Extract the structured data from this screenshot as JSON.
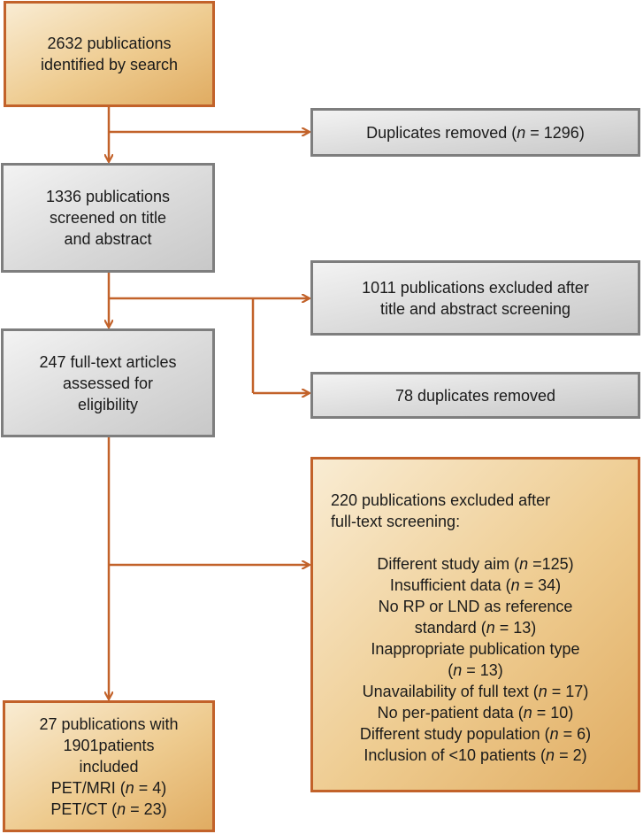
{
  "boxes": {
    "identified": {
      "lines": [
        "2632 publications",
        "identified by search"
      ]
    },
    "duplicates": {
      "prefix": "Duplicates removed (",
      "n": "n",
      "suffix": " = 1296)"
    },
    "screened": {
      "lines": [
        "1336 publications",
        "screened on title",
        "and abstract"
      ]
    },
    "excluded_title": {
      "lines": [
        "1011 publications excluded after",
        "title and abstract screening"
      ]
    },
    "fulltext": {
      "lines": [
        "247 full-text articles",
        "assessed for",
        "eligibility"
      ]
    },
    "duplicates_78": {
      "text": "78 duplicates removed"
    },
    "excluded_fulltext": {
      "header": [
        "220 publications excluded after",
        "full-text screening:"
      ],
      "reasons": [
        {
          "pre": "Different study aim (",
          "n": "n",
          "post": " =125)"
        },
        {
          "pre": "Insufficient data (",
          "n": "n",
          "post": " = 34)"
        },
        {
          "pre": "No RP or LND as reference",
          "n": "",
          "post": ""
        },
        {
          "pre": "standard (",
          "n": "n",
          "post": " = 13)"
        },
        {
          "pre": "Inappropriate publication type",
          "n": "",
          "post": ""
        },
        {
          "pre": "(",
          "n": "n",
          "post": " = 13)"
        },
        {
          "pre": "Unavailability of full text (",
          "n": "n",
          "post": " = 17)"
        },
        {
          "pre": "No per-patient data (",
          "n": "n",
          "post": " = 10)"
        },
        {
          "pre": "Different study population (",
          "n": "n",
          "post": " = 6)"
        },
        {
          "pre": "Inclusion of <10 patients (",
          "n": "n",
          "post": " = 2)"
        }
      ]
    },
    "included": {
      "lines": [
        "27 publications with",
        "1901patients",
        "included"
      ],
      "subgroups": [
        {
          "pre": "PET/MRI (",
          "n": "n",
          "post": " = 4)"
        },
        {
          "pre": "PET/CT (",
          "n": "n",
          "post": " = 23)"
        }
      ]
    }
  },
  "colors": {
    "arrow": "#c2622a",
    "orange_border": "#c2622a",
    "gray_border": "#7e7e7e"
  }
}
